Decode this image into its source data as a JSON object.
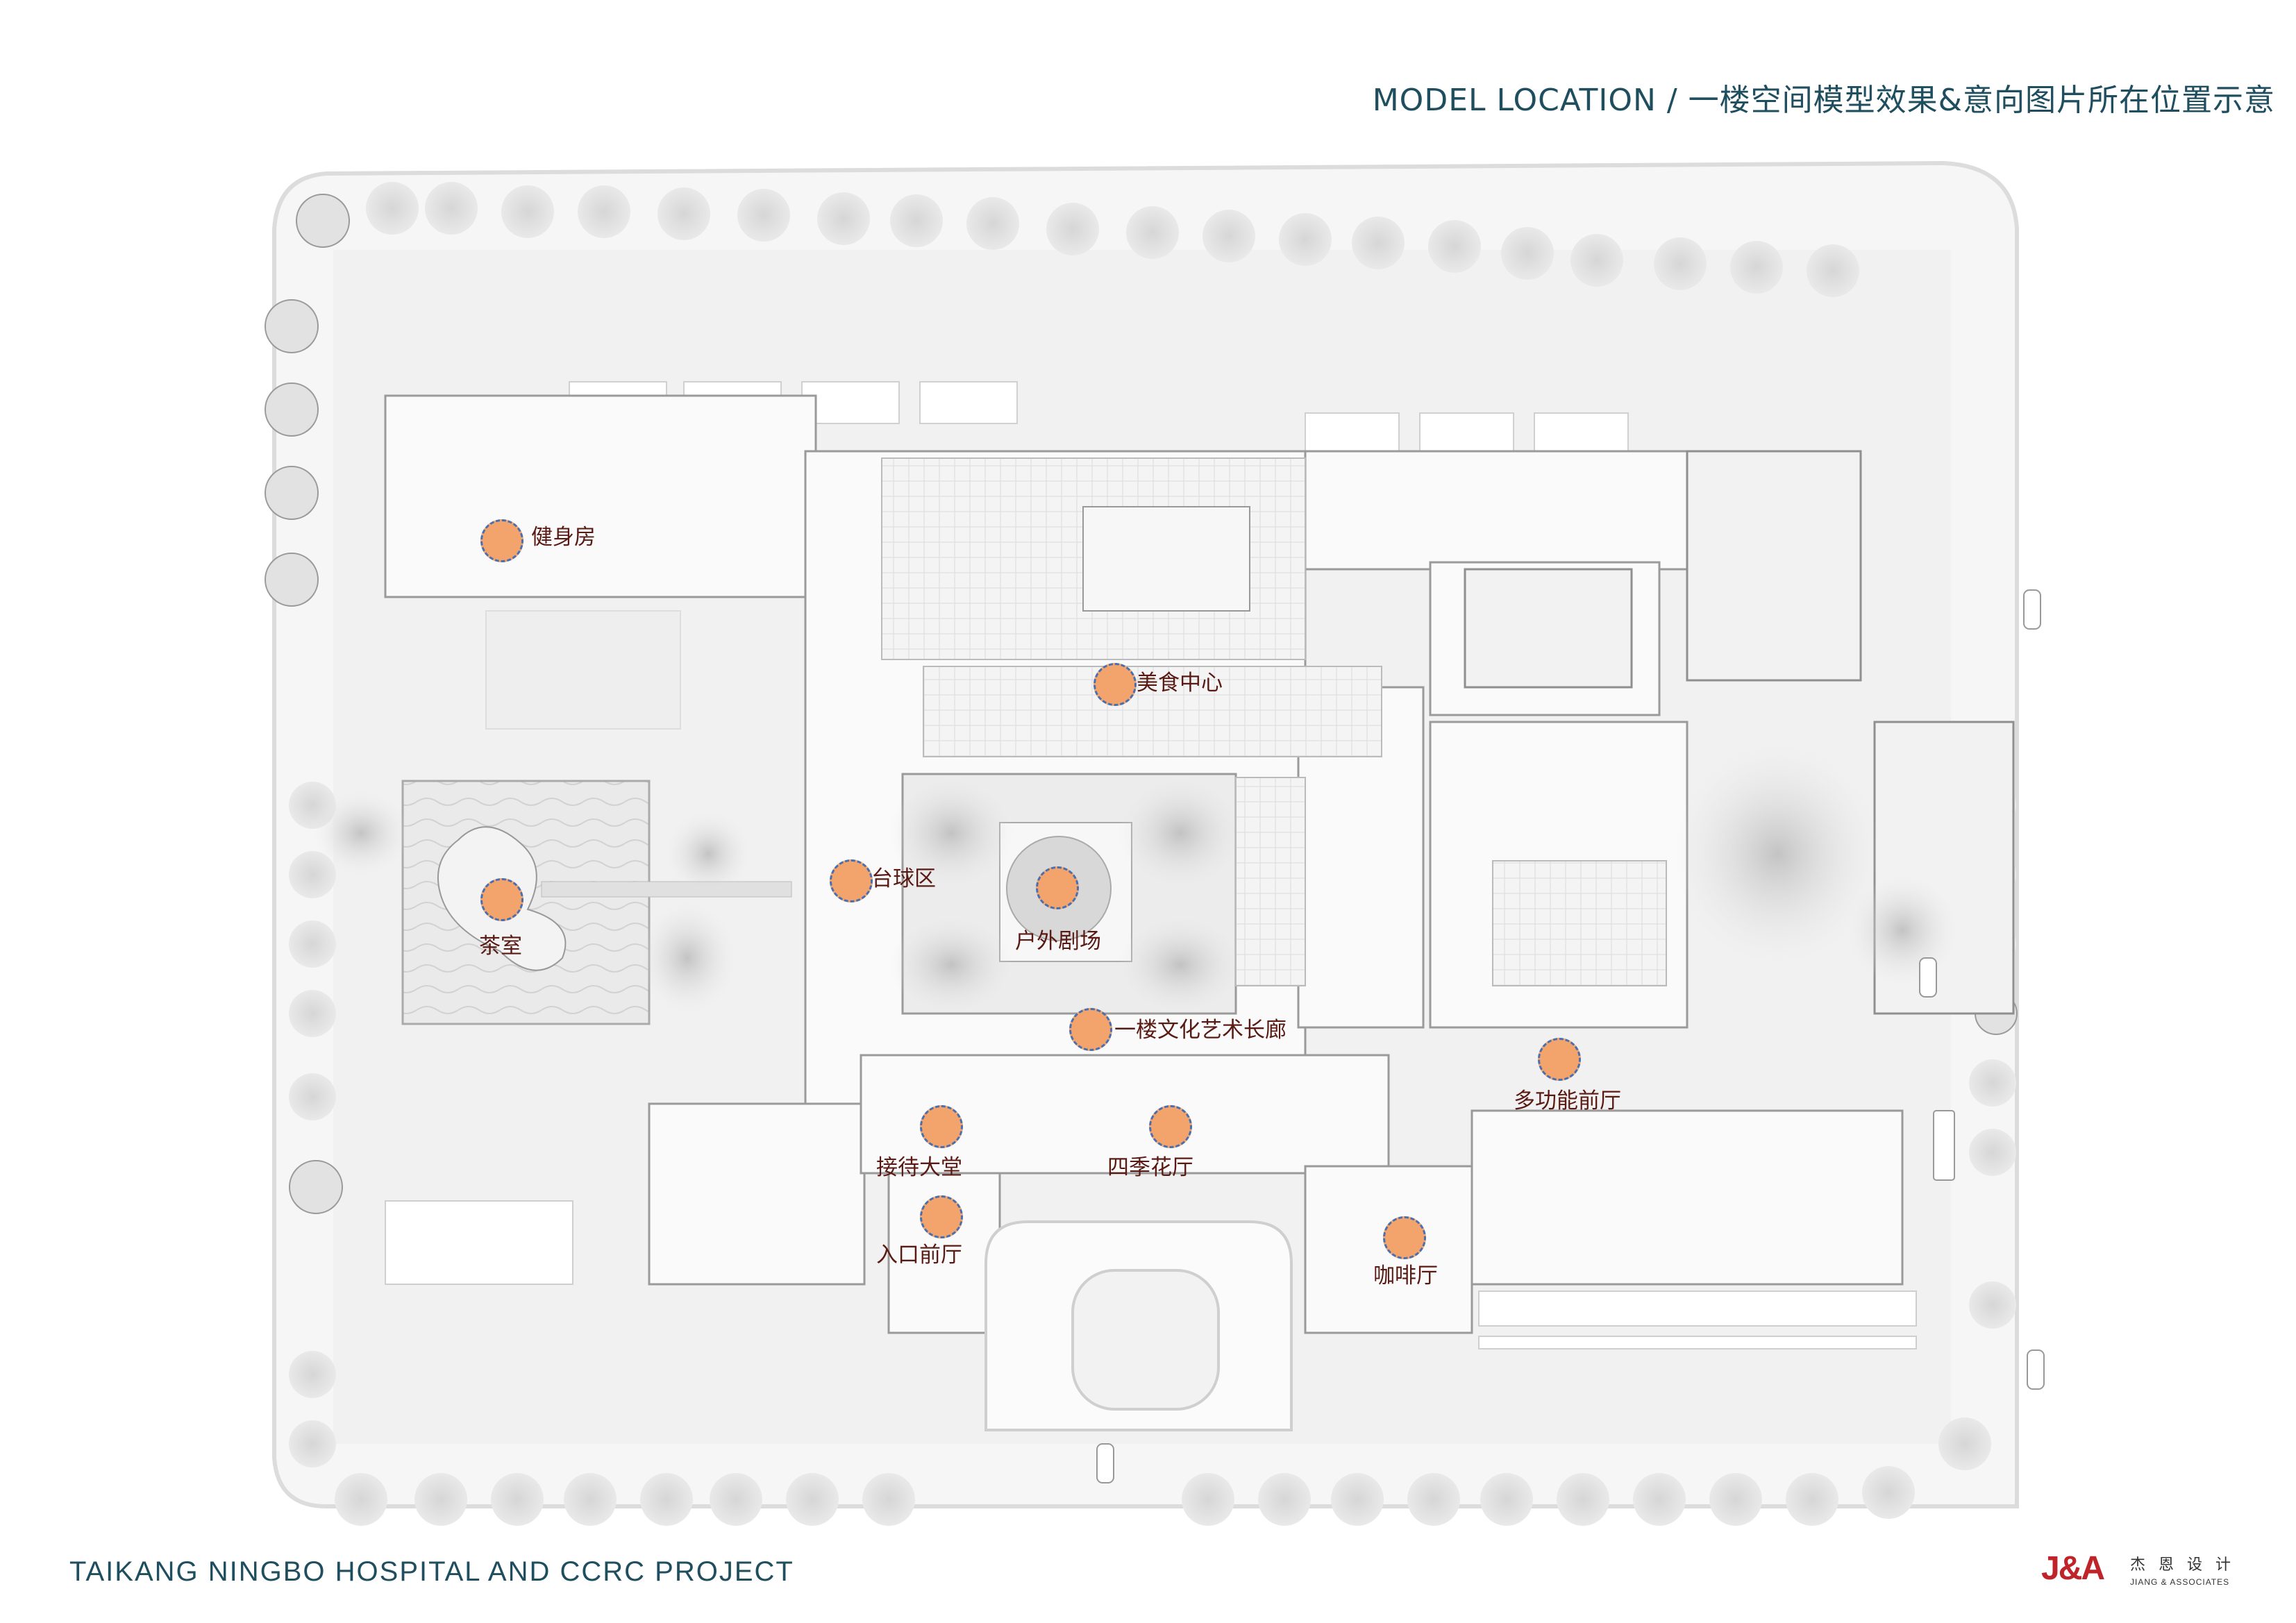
{
  "header": {
    "title": "MODEL LOCATION / 一楼空间模型效果&意向图片所在位置示意"
  },
  "footer": {
    "project_title": "TAIKANG NINGBO HOSPITAL AND CCRC PROJECT"
  },
  "logo": {
    "mark": "J&A",
    "chinese": "杰 恩 设 计",
    "english": "JIANG & ASSOCIATES"
  },
  "locations": [
    {
      "id": "gym",
      "label": "健身房"
    },
    {
      "id": "food",
      "label": "美食中心"
    },
    {
      "id": "billiards",
      "label": "台球区"
    },
    {
      "id": "tea",
      "label": "茶室"
    },
    {
      "id": "theater",
      "label": "户外剧场"
    },
    {
      "id": "gallery",
      "label": "一楼文化艺术长廊"
    },
    {
      "id": "multi",
      "label": "多功能前厅"
    },
    {
      "id": "lobby",
      "label": "接待大堂"
    },
    {
      "id": "garden",
      "label": "四季花厅"
    },
    {
      "id": "entrance",
      "label": "入口前厅"
    },
    {
      "id": "cafe",
      "label": "咖啡厅"
    }
  ],
  "colors": {
    "marker_fill": "#f2a46c",
    "marker_border": "#4a6fb0",
    "label_text": "#5a1a14",
    "title_text": "#1f4e5f"
  }
}
